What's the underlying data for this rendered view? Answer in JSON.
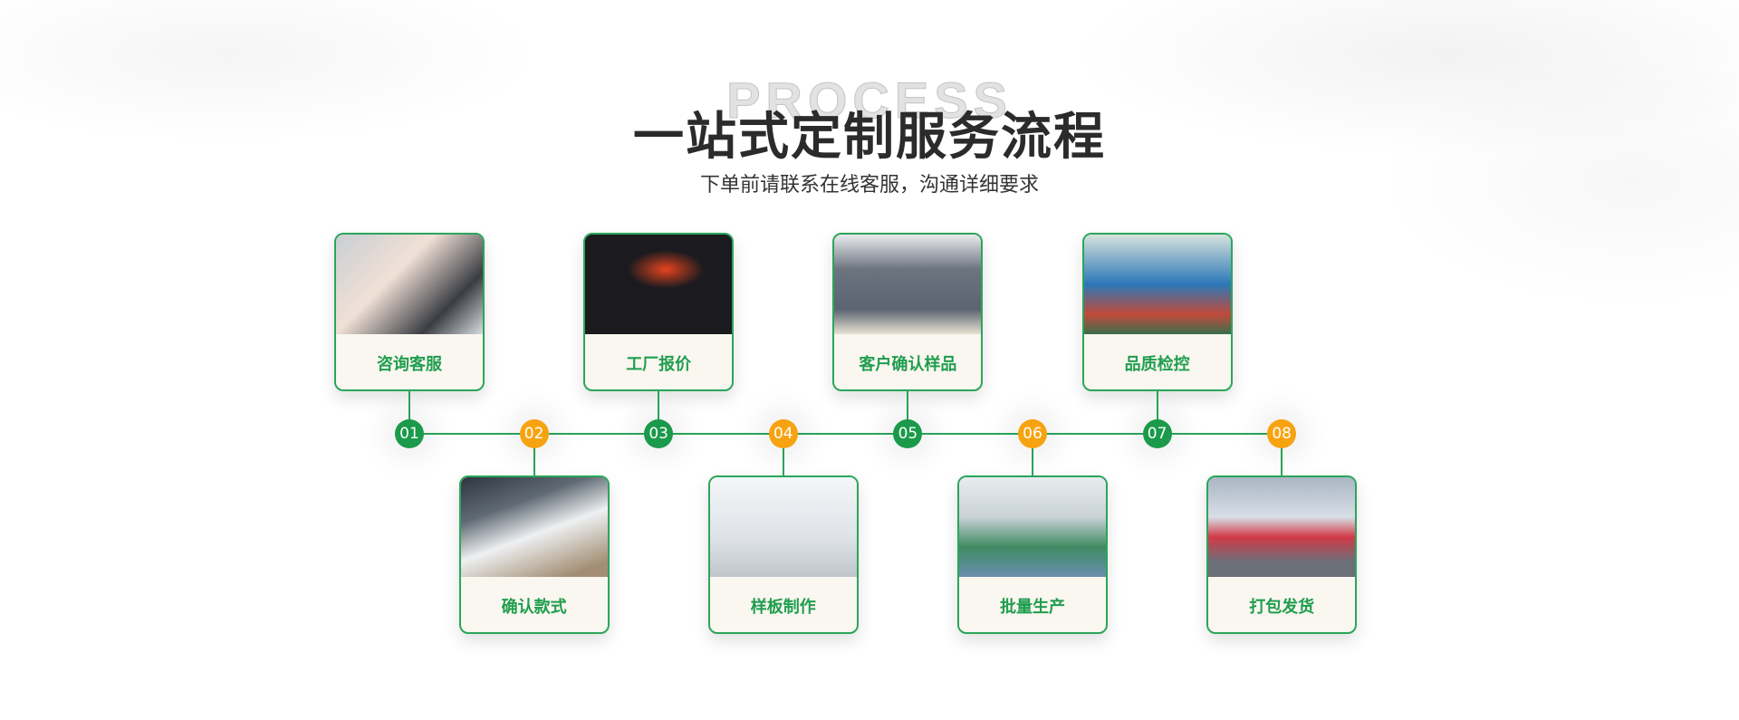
{
  "header": {
    "ghost_text": "PROCESS",
    "title": "一站式定制服务流程",
    "subtitle": "下单前请联系在线客服，沟通详细要求"
  },
  "colors": {
    "green": "#1a9a4a",
    "orange": "#f7a310",
    "card_bg": "#faf6f0"
  },
  "steps": [
    {
      "num": "01",
      "label": "咨询客服",
      "image": "customer-service-headset"
    },
    {
      "num": "02",
      "label": "确认款式",
      "image": "signing-documents-keyboard"
    },
    {
      "num": "03",
      "label": "工厂报价",
      "image": "shopping-cart-key"
    },
    {
      "num": "04",
      "label": "样板制作",
      "image": "computer-monitor-battery"
    },
    {
      "num": "05",
      "label": "客户确认样品",
      "image": "worker-holding-sample"
    },
    {
      "num": "06",
      "label": "批量生产",
      "image": "factory-production-floor"
    },
    {
      "num": "07",
      "label": "品质检控",
      "image": "quality-inspection-line"
    },
    {
      "num": "08",
      "label": "打包发货",
      "image": "delivery-truck"
    }
  ]
}
